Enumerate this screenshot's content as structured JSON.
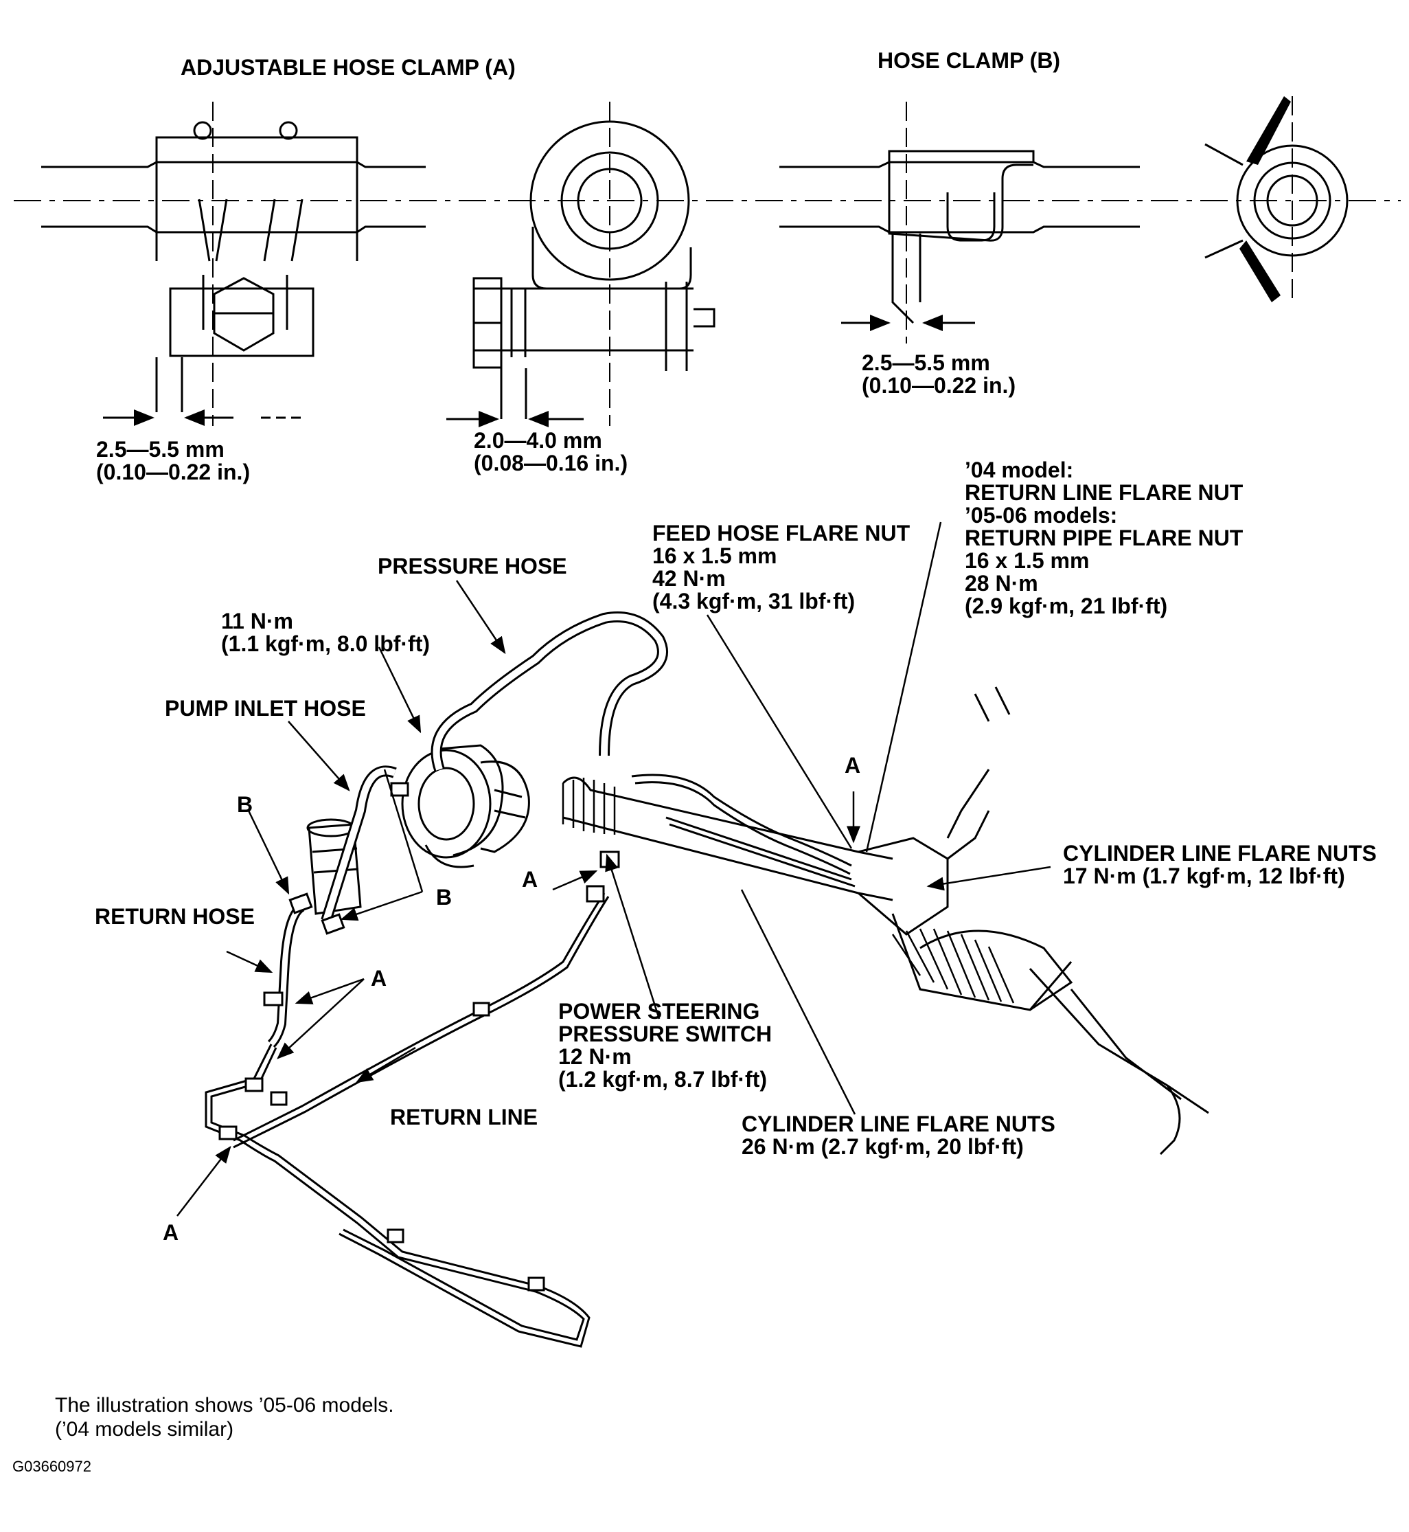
{
  "headings": {
    "adjustable_clamp": "ADJUSTABLE HOSE CLAMP (A)",
    "hose_clamp": "HOSE CLAMP (B)"
  },
  "dimensions": {
    "clamp_a": {
      "mm": "2.5—5.5 mm",
      "in": "(0.10—0.22 in.)"
    },
    "clamp_a_bolt": {
      "mm": "2.0—4.0 mm",
      "in": "(0.08—0.16 in.)"
    },
    "clamp_b": {
      "mm": "2.5—5.5 mm",
      "in": "(0.10—0.22 in.)"
    }
  },
  "callouts": {
    "pressure_hose": "PRESSURE HOSE",
    "pump_bolt_torque": [
      "11 N·m",
      "(1.1 kgf·m, 8.0 lbf·ft)"
    ],
    "pump_inlet_hose": "PUMP INLET HOSE",
    "return_hose": "RETURN HOSE",
    "return_line": "RETURN LINE",
    "feed_hose_flare_nut": [
      "FEED HOSE FLARE NUT",
      "16 x 1.5 mm",
      "42 N·m",
      "(4.3 kgf·m, 31 lbf·ft)"
    ],
    "return_flare_nut": [
      "’04 model:",
      "RETURN LINE FLARE NUT",
      "’05-06 models:",
      "RETURN PIPE FLARE NUT",
      "16 x 1.5 mm",
      "28 N·m",
      "(2.9 kgf·m, 21 lbf·ft)"
    ],
    "cylinder_flare_nuts_17": [
      "CYLINDER LINE FLARE NUTS",
      "17 N·m (1.7 kgf·m, 12 lbf·ft)"
    ],
    "ps_pressure_switch": [
      "POWER STEERING",
      "PRESSURE SWITCH",
      "12 N·m",
      "(1.2 kgf·m, 8.7 lbf·ft)"
    ],
    "cylinder_flare_nuts_26": [
      "CYLINDER LINE FLARE NUTS",
      "26 N·m (2.7 kgf·m, 20 lbf·ft)"
    ]
  },
  "clamp_markers": {
    "a": "A",
    "b": "B"
  },
  "footer": {
    "note_line1": "The illustration shows ’05-06 models.",
    "note_line2": "(’04 models similar)",
    "figure_code": "G03660972"
  }
}
